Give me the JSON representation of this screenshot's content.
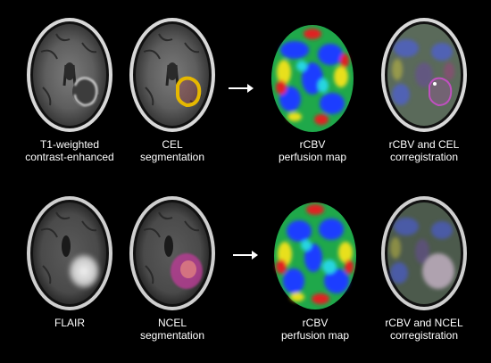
{
  "colors": {
    "background": "#000000",
    "text": "#ffffff",
    "cel_outline": "#e6b800",
    "ncel_overlay": "#c0389a",
    "rcbv_high": "#e02020",
    "rcbv_low": "#1b3cff"
  },
  "top_row": {
    "t1": {
      "line1": "T1-weighted",
      "line2": "contrast-enhanced"
    },
    "cel": {
      "line1": "CEL",
      "line2": "segmentation"
    },
    "rcbv": {
      "line1": "rCBV",
      "line2": "perfusion map"
    },
    "corr": {
      "line1": "rCBV and CEL",
      "line2": "corregistration"
    }
  },
  "bottom_row": {
    "flair": {
      "line1": "FLAIR"
    },
    "ncel": {
      "line1": "NCEL",
      "line2": "segmentation"
    },
    "rcbv": {
      "line1": "rCBV",
      "line2": "perfusion map"
    },
    "corr": {
      "line1": "rCBV and NCEL",
      "line2": "corregistration"
    }
  },
  "icons": {
    "arrow": "right-arrow-icon"
  }
}
